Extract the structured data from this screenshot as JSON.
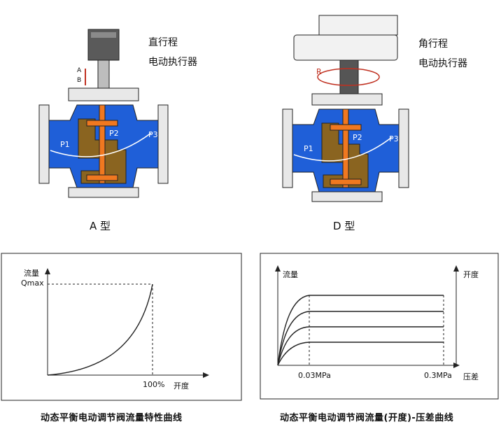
{
  "top": {
    "valve_a": {
      "actuator_title_line1": "直行程",
      "actuator_title_line2": "电动执行器",
      "type_caption": "A 型",
      "stroke_marker_top": "A",
      "stroke_marker_bottom": "B",
      "port_labels": [
        "P1",
        "P2",
        "P3"
      ]
    },
    "valve_d": {
      "actuator_title_line1": "角行程",
      "actuator_title_line2": "电动执行器",
      "type_caption": "D 型",
      "rotation_marker": "R",
      "port_labels": [
        "P1",
        "P2",
        "P3"
      ]
    }
  },
  "charts": {
    "left": {
      "ylabel": "流量",
      "y_marker": "Qmax",
      "x_marker": "100%",
      "xlabel": "开度",
      "caption": "动态平衡电动调节阀流量特性曲线"
    },
    "right": {
      "ylabel_left": "流量",
      "ylabel_right": "开度",
      "x_tick_1": "0.03MPa",
      "x_tick_2": "0.3MPa",
      "xlabel": "压差",
      "caption": "动态平衡电动调节阀流量(开度)-压差曲线"
    }
  },
  "colors": {
    "body_blue": "#1f5fd8",
    "orange": "#f07820",
    "brass": "#8a6420",
    "gray": "#e8e8e8",
    "outline": "#222222"
  }
}
